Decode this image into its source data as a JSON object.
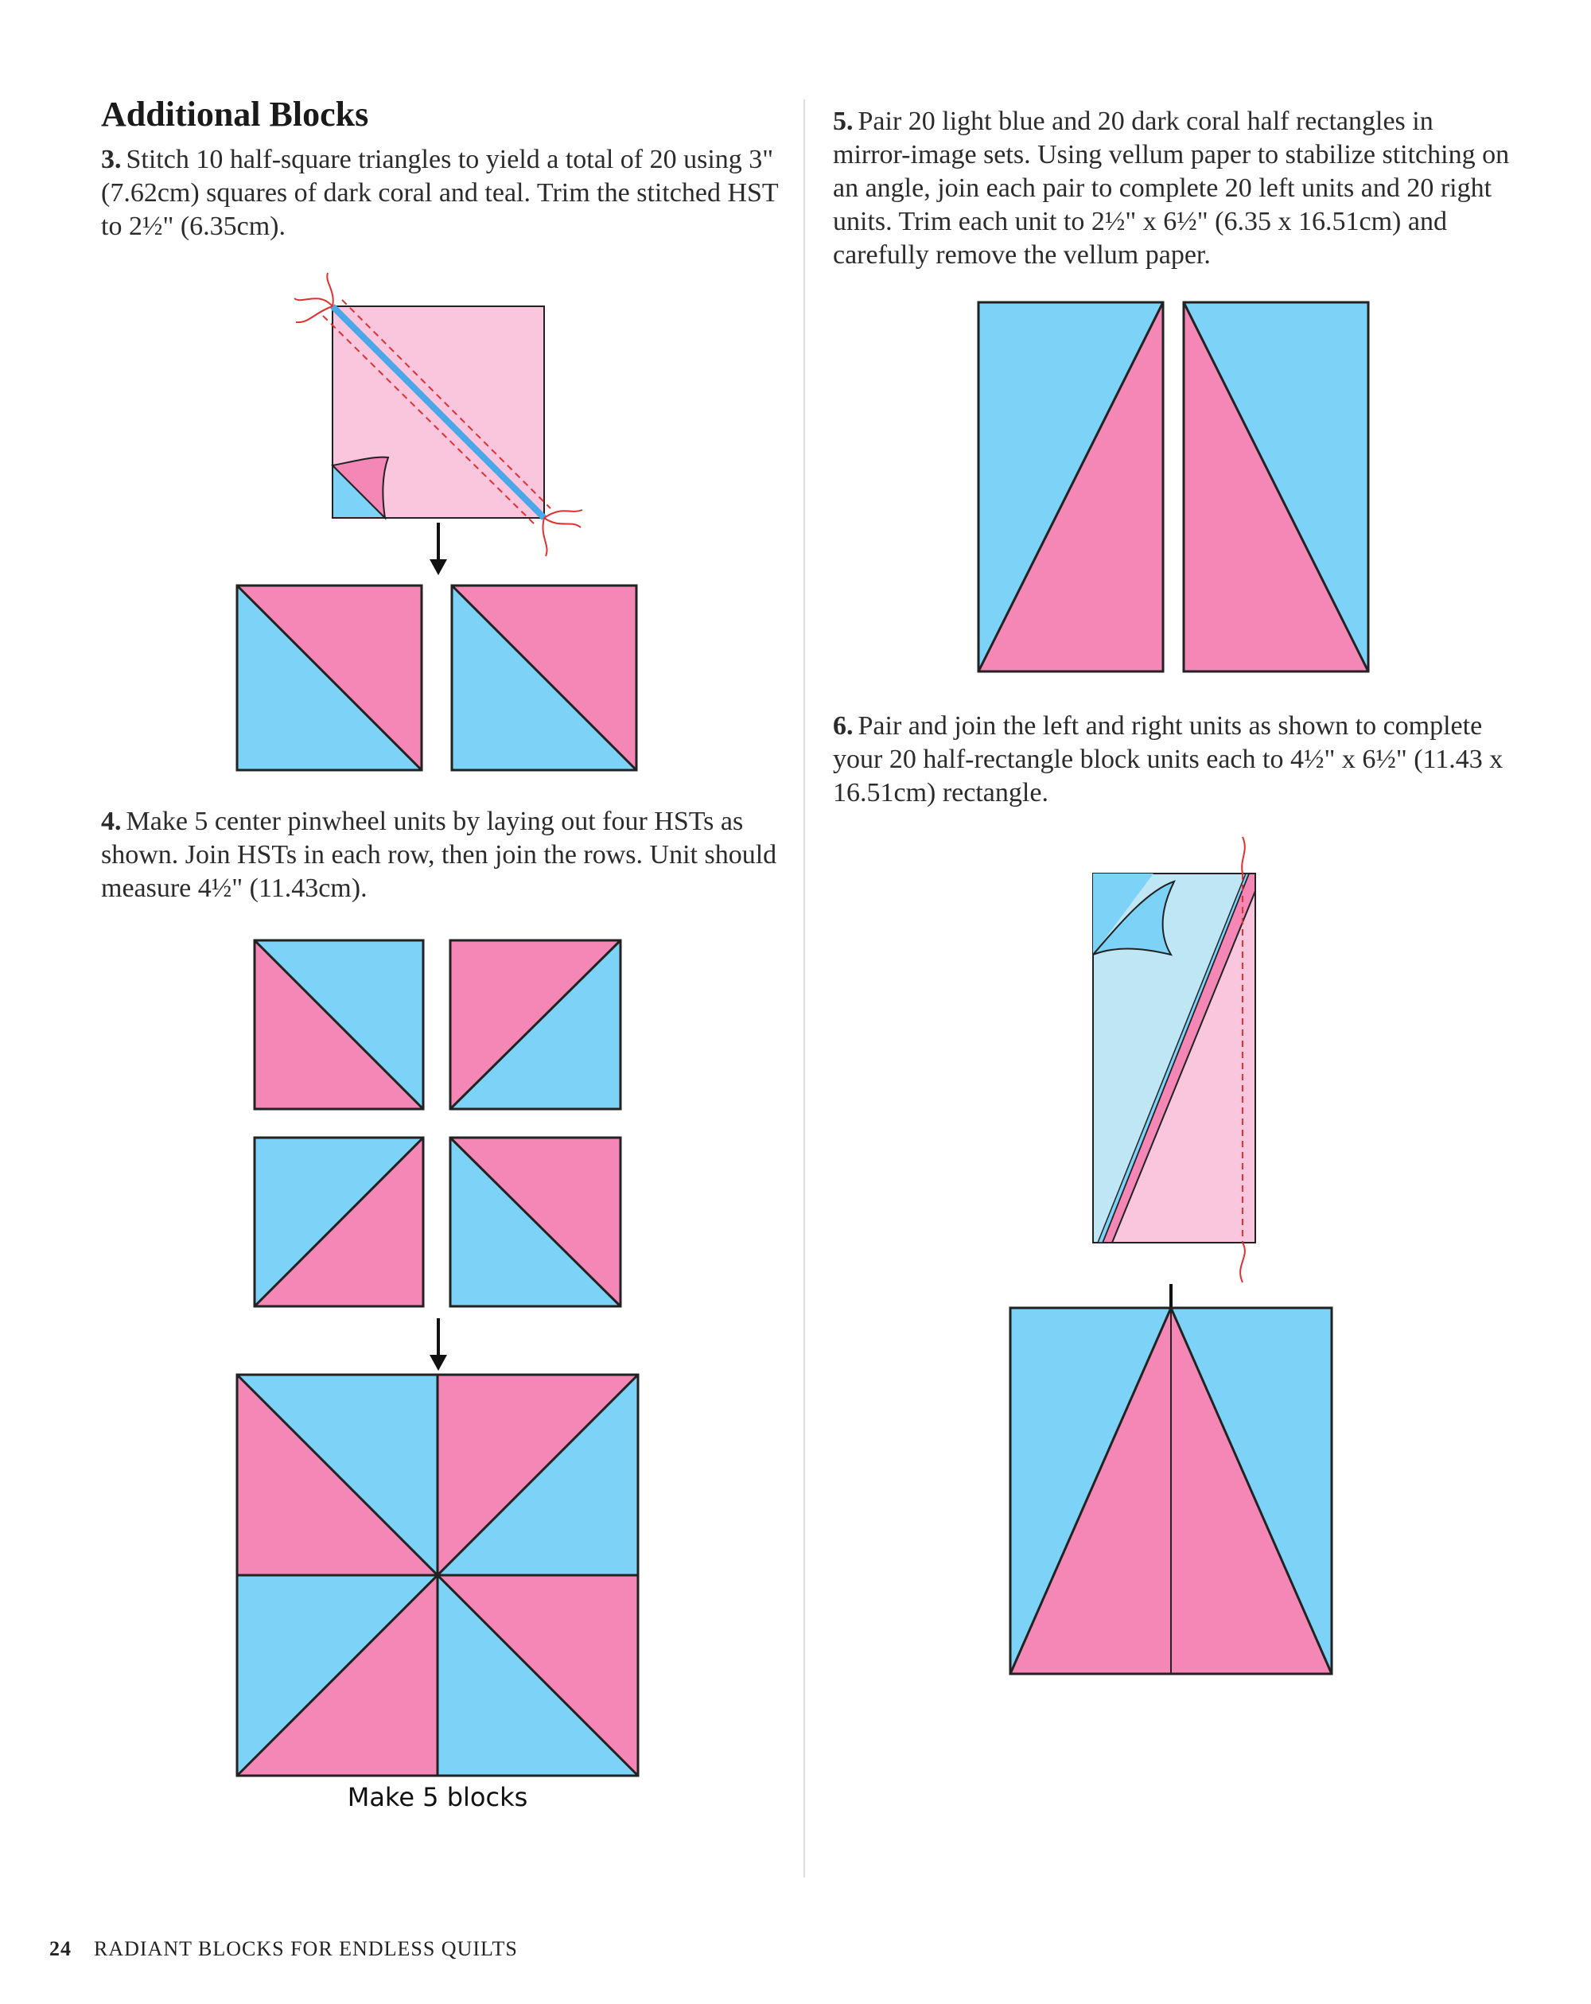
{
  "section_title": "Additional Blocks",
  "steps": {
    "s3": {
      "num": "3.",
      "text": "Stitch 10 half-square triangles to yield a total of 20 using 3\" (7.62cm) squares of dark coral and teal. Trim the stitched HST to 2½\" (6.35cm)."
    },
    "s4": {
      "num": "4.",
      "text": "Make 5 center pinwheel units by laying out four HSTs as shown. Join HSTs in each row, then join the rows. Unit should measure 4½\" (11.43cm)."
    },
    "s5": {
      "num": "5.",
      "text": "Pair 20 light blue and 20 dark coral half rectangles in mirror-image sets. Using vellum paper to stabilize stitching on an angle, join each pair to complete 20 left units and 20 right units. Trim each unit to 2½\" x 6½\" (6.35 x 16.51cm) and carefully remove the vellum paper."
    },
    "s6": {
      "num": "6.",
      "text": "Pair and join the left and right units as shown to complete your 20 half-rectangle block units each to 4½\" x 6½\" (11.43 x 16.51cm) rectangle."
    }
  },
  "caption": "Make 5 blocks",
  "footer": {
    "page_number": "24",
    "book_title": "RADIANT BLOCKS FOR ENDLESS QUILTS"
  },
  "colors": {
    "blue": "#7dd3f7",
    "pink": "#f487b6",
    "light_pink": "#f9c6dd",
    "light_blue": "#bfe6f5",
    "stitch_red": "#e03030",
    "outline": "#222222"
  }
}
